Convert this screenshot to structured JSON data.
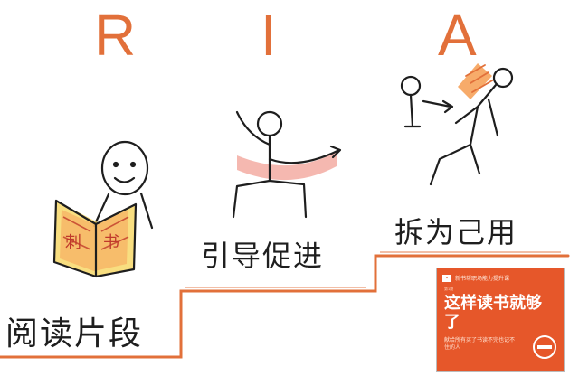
{
  "header": {
    "letters": [
      "R",
      "I",
      "A"
    ]
  },
  "steps": [
    {
      "caption": "阅读片段"
    },
    {
      "caption": "引导促进"
    },
    {
      "caption": "拆为己用"
    }
  ],
  "book_labels": [
    "书",
    "刺"
  ],
  "book": {
    "series": "新书帮职场能力提升课",
    "small": "第1期",
    "title": "这样读书就够了",
    "subtitle": "献给所有买了书读不完也记不住的人"
  },
  "colors": {
    "accent": "#e2703a",
    "highlight_orange": "#f6a25a",
    "highlight_yellow": "#f7d86a",
    "pink_band": "#f3a69c",
    "ink": "#1e1e1e",
    "cover": "#e6572a"
  }
}
